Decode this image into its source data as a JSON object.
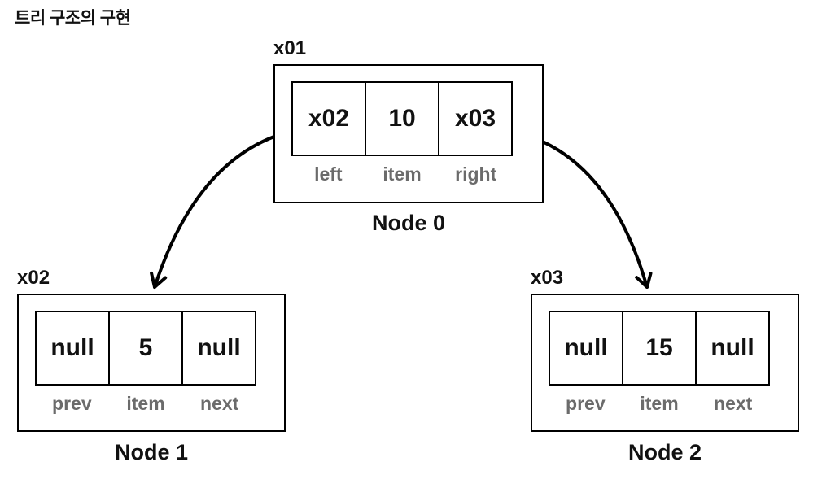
{
  "title": "트리 구조의 구현",
  "colors": {
    "line": "#000000",
    "text": "#111111",
    "field_label": "#6b6b6b",
    "background": "#ffffff"
  },
  "nodes": [
    {
      "pointer": "x01",
      "name": "Node 0",
      "cells": [
        {
          "value": "x02",
          "label": "left"
        },
        {
          "value": "10",
          "label": "item"
        },
        {
          "value": "x03",
          "label": "right"
        }
      ]
    },
    {
      "pointer": "x02",
      "name": "Node 1",
      "cells": [
        {
          "value": "null",
          "label": "prev"
        },
        {
          "value": "5",
          "label": "item"
        },
        {
          "value": "null",
          "label": "next"
        }
      ]
    },
    {
      "pointer": "x03",
      "name": "Node 2",
      "cells": [
        {
          "value": "null",
          "label": "prev"
        },
        {
          "value": "15",
          "label": "item"
        },
        {
          "value": "null",
          "label": "next"
        }
      ]
    }
  ],
  "edges": [
    {
      "from_node": "Node 0",
      "from_field": "left",
      "pointer": "x02",
      "to_node": "Node 1"
    },
    {
      "from_node": "Node 0",
      "from_field": "right",
      "pointer": "x03",
      "to_node": "Node 2"
    }
  ]
}
